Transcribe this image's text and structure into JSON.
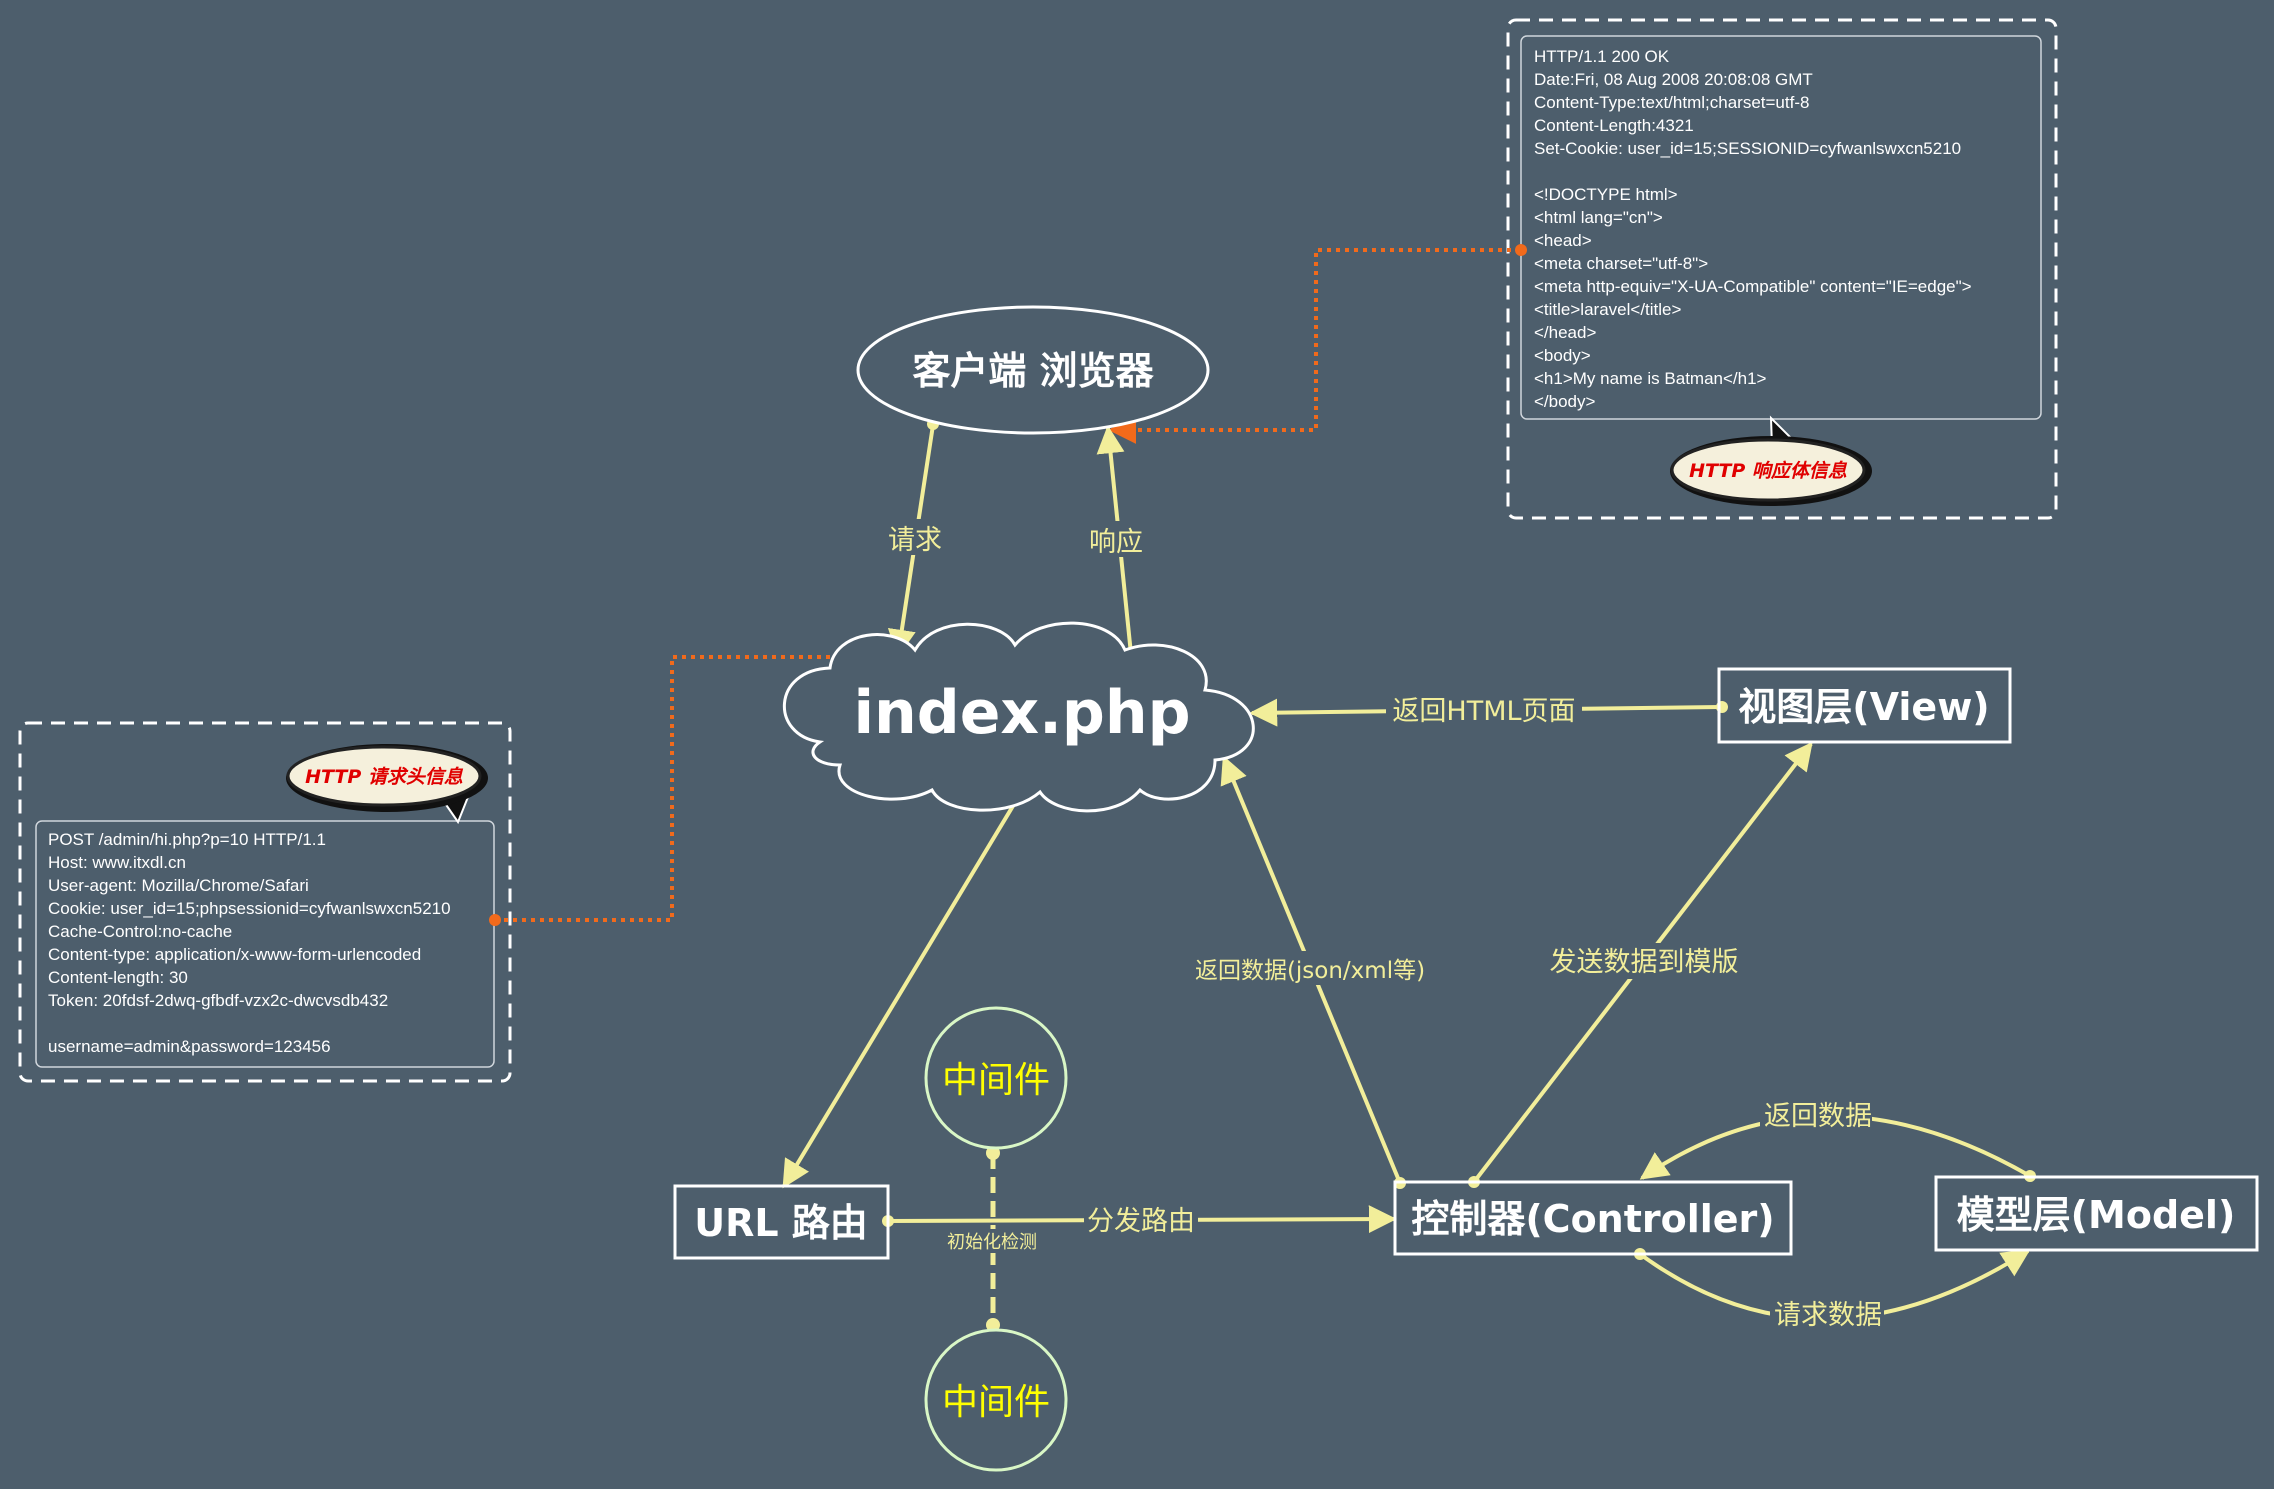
{
  "colors": {
    "background": "#4d5e6c",
    "arrow": "#f2ee9a",
    "arrow_label": "#f2ee9a",
    "http_link": "#f26a1b",
    "node_border": "#ffffff",
    "middleware_border": "#d9f7c6",
    "middleware_text": "#ffff00",
    "callout_fill": "#f5f0dc",
    "callout_text": "#e00000"
  },
  "nodes": {
    "browser": "客户端 浏览器",
    "entry": "index.php",
    "view": "视图层(View)",
    "router": "URL 路由",
    "controller": "控制器(Controller)",
    "model": "模型层(Model)",
    "middleware_top": "中间件",
    "middleware_bottom": "中间件"
  },
  "edges": {
    "request": "请求",
    "response": "响应",
    "return_html": "返回HTML页面",
    "return_data_json": "返回数据(json/xml等)",
    "send_to_template": "发送数据到模版",
    "dispatch_route": "分发路由",
    "init_check": "初始化检测",
    "return_data": "返回数据",
    "request_data": "请求数据"
  },
  "request_panel": {
    "callout": "HTTP 请求头信息",
    "lines": [
      "POST /admin/hi.php?p=10 HTTP/1.1",
      "Host: www.itxdl.cn",
      "User-agent: Mozilla/Chrome/Safari",
      "Cookie: user_id=15;phpsessionid=cyfwanlswxcn5210",
      "Cache-Control:no-cache",
      "Content-type: application/x-www-form-urlencoded",
      "Content-length: 30",
      "Token: 20fdsf-2dwq-gfbdf-vzx2c-dwcvsdb432",
      "",
      "username=admin&password=123456"
    ]
  },
  "response_panel": {
    "callout": "HTTP 响应体信息",
    "lines": [
      "HTTP/1.1 200 OK",
      "Date:Fri, 08 Aug 2008 20:08:08 GMT",
      "Content-Type:text/html;charset=utf-8",
      "Content-Length:4321",
      "Set-Cookie: user_id=15;SESSIONID=cyfwanlswxcn5210",
      "",
      "<!DOCTYPE html>",
      "<html lang=\"cn\">",
      "<head>",
      "<meta charset=\"utf-8\">",
      "<meta http-equiv=\"X-UA-Compatible\" content=\"IE=edge\">",
      "<title>laravel</title>",
      "</head>",
      "<body>",
      "<h1>My name is Batman</h1>",
      "</body>"
    ]
  }
}
